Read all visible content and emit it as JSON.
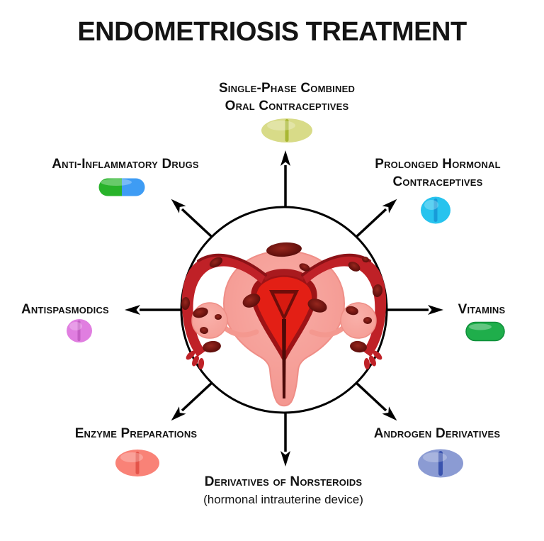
{
  "title": {
    "text": "ENDOMETRIOSIS TREATMENT",
    "color": "#141414"
  },
  "illustration": {
    "description": "uterus with endometriosis lesions inside circle",
    "circle_outline_color": "#000000",
    "uterus_pink": "#f59a93",
    "lesion_color": "#5f110e"
  },
  "labels": {
    "single_phase": {
      "line1": "Single-Phase Combined",
      "line2": "Oral Contraceptives"
    },
    "anti_inflammatory": {
      "line1": "Anti-Inflammatory Drugs"
    },
    "prolonged_hormonal": {
      "line1": "Prolonged Hormonal",
      "line2": "Contraceptives"
    },
    "antispasmodics": {
      "line1": "Antispasmodics"
    },
    "vitamins": {
      "line1": "Vitamins"
    },
    "enzyme_preparations": {
      "line1": "Enzyme Preparations"
    },
    "androgen_derivatives": {
      "line1": "Androgen Derivatives"
    },
    "norsteroids": {
      "line1": "Derivatives of Norsteroids",
      "line2": "(hormonal intrauterine device)"
    }
  },
  "pills": {
    "single_phase": {
      "shape": "oval",
      "fill": "#d8db88",
      "score": "#a9b733"
    },
    "anti_inflammatory": {
      "shape": "capsule",
      "left_fill": "#28b32a",
      "right_fill": "#3e9cf4"
    },
    "prolonged_hormonal": {
      "shape": "round",
      "fill": "#27c3ee",
      "score": "#189bd8"
    },
    "antispasmodics": {
      "shape": "round",
      "fill": "#e07ee0",
      "score": "#c45ec4"
    },
    "vitamins": {
      "shape": "capsule",
      "fill": "#1fae4b"
    },
    "enzyme_preparations": {
      "shape": "oval",
      "fill": "#f98277",
      "score": "#e4544a"
    },
    "androgen_derivatives": {
      "shape": "oval",
      "fill": "#8b9bd3",
      "score": "#3a53ae"
    }
  }
}
